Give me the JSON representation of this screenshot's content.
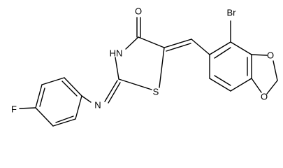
{
  "structure": {
    "atoms": {
      "O_carbonyl": "O",
      "NH": "HN",
      "S": "S",
      "N_imine": "N",
      "F": "F",
      "Br": "Br",
      "O_dioxole_upper": "O",
      "O_dioxole_lower": "O"
    }
  }
}
